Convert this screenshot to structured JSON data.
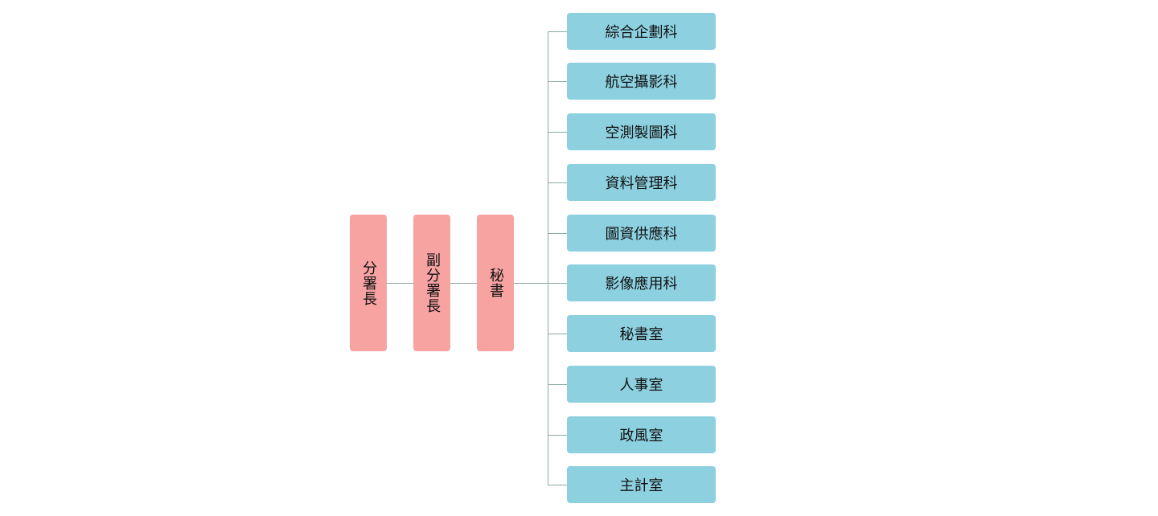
{
  "colors": {
    "leader_box": "#f6a3a2",
    "unit_box": "#8dd1e1",
    "connector": "#8aaba6",
    "text": "#111111"
  },
  "leaders": [
    {
      "label": "分署長"
    },
    {
      "label": "副分署長"
    },
    {
      "label": "秘書"
    }
  ],
  "units": [
    {
      "label": "綜合企劃科"
    },
    {
      "label": "航空攝影科"
    },
    {
      "label": "空測製圖科"
    },
    {
      "label": "資料管理科"
    },
    {
      "label": "圖資供應科"
    },
    {
      "label": "影像應用科"
    },
    {
      "label": "秘書室"
    },
    {
      "label": "人事室"
    },
    {
      "label": "政風室"
    },
    {
      "label": "主計室"
    }
  ]
}
